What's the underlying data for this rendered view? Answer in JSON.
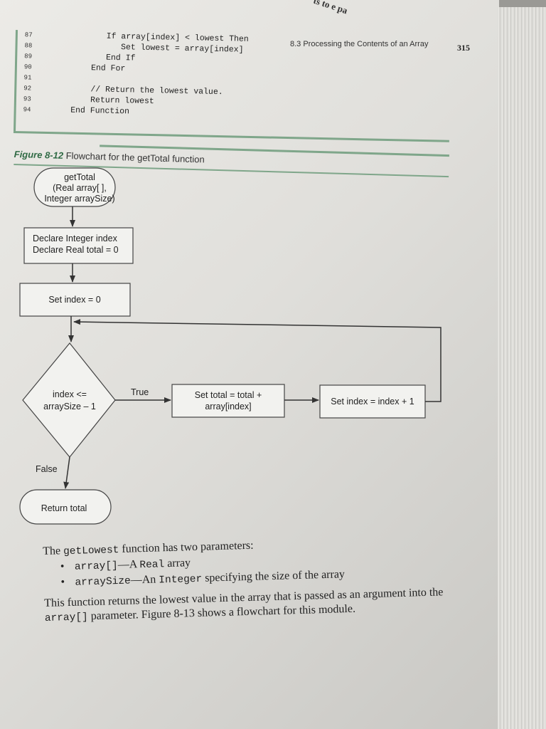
{
  "corner_text": "ts to\ne pa",
  "running_header": "8.3 Processing the Contents of an Array",
  "page_number": "315",
  "code_lines": [
    {
      "num": "87",
      "code": "            If array[index] < lowest Then"
    },
    {
      "num": "88",
      "code": "               Set lowest = array[index]"
    },
    {
      "num": "89",
      "code": "            End If"
    },
    {
      "num": "90",
      "code": "         End For"
    },
    {
      "num": "91",
      "code": ""
    },
    {
      "num": "92",
      "code": "         // Return the lowest value."
    },
    {
      "num": "93",
      "code": "         Return lowest"
    },
    {
      "num": "94",
      "code": "     End Function"
    }
  ],
  "figure": {
    "label": "Figure 8-12",
    "title": "Flowchart for the getTotal function"
  },
  "flowchart": {
    "start": [
      "getTotal",
      "(Real array[ ],",
      "Integer arraySize)"
    ],
    "declare": [
      "Declare Integer index",
      "Declare Real total = 0"
    ],
    "init": "Set index = 0",
    "decision": [
      "index <=",
      "arraySize – 1"
    ],
    "true_label": "True",
    "false_label": "False",
    "add": [
      "Set total = total +",
      "array[index]"
    ],
    "increment": "Set index = index + 1",
    "end": "Return total"
  },
  "body": {
    "intro_pre": "The ",
    "intro_code": "getLowest",
    "intro_post": " function has two parameters:",
    "bullets": [
      {
        "code": "array[]",
        "text": "—A ",
        "code2": "Real",
        "text2": " array"
      },
      {
        "code": "arraySize",
        "text": "—An ",
        "code2": "Integer",
        "text2": " specifying the size of the array"
      }
    ],
    "para2_a": "This function returns the lowest value in the array that is passed as an argument into the ",
    "para2_code": "array[]",
    "para2_b": " parameter. Figure 8-13 shows a flowchart for this module."
  }
}
